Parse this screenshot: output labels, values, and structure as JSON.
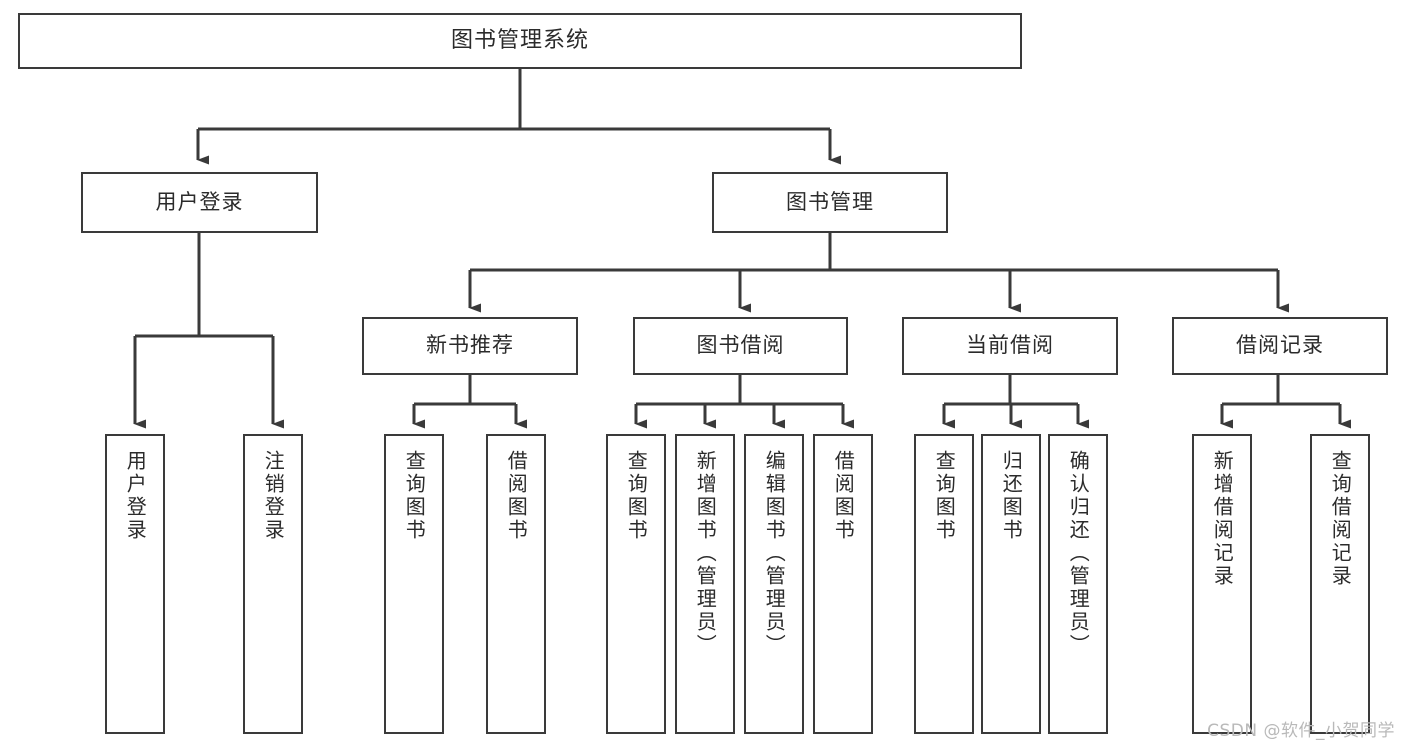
{
  "diagram": {
    "type": "hierarchy-tree",
    "title": "图书管理系统",
    "watermark": "CSDN @软件_小贺同学",
    "colors": {
      "background": "#ffffff",
      "box_border": "#3a3a3a",
      "text": "#2b2b2b",
      "edge": "#3a3a3a",
      "watermark": "#b9b9b9"
    },
    "root": {
      "label": "图书管理系统"
    },
    "level2": [
      {
        "id": "user-login",
        "label": "用户登录"
      },
      {
        "id": "book-management",
        "label": "图书管理"
      }
    ],
    "level3": [
      {
        "id": "new-book-recommend",
        "label": "新书推荐",
        "parent": "book-management"
      },
      {
        "id": "book-borrow",
        "label": "图书借阅",
        "parent": "book-management"
      },
      {
        "id": "current-borrow",
        "label": "当前借阅",
        "parent": "book-management"
      },
      {
        "id": "borrow-record",
        "label": "借阅记录",
        "parent": "book-management"
      }
    ],
    "leaves": [
      {
        "id": "leaf-user-login",
        "label": "用户登录",
        "parent": "user-login"
      },
      {
        "id": "leaf-logout-login",
        "label": "注销登录",
        "parent": "user-login"
      },
      {
        "id": "leaf-query-book-1",
        "label": "查询图书",
        "parent": "new-book-recommend"
      },
      {
        "id": "leaf-borrow-book-1",
        "label": "借阅图书",
        "parent": "new-book-recommend"
      },
      {
        "id": "leaf-query-book-2",
        "label": "查询图书",
        "parent": "book-borrow"
      },
      {
        "id": "leaf-add-book",
        "label": "新增图书（管理员）",
        "parent": "book-borrow"
      },
      {
        "id": "leaf-edit-book",
        "label": "编辑图书（管理员）",
        "parent": "book-borrow"
      },
      {
        "id": "leaf-borrow-book-2",
        "label": "借阅图书",
        "parent": "book-borrow"
      },
      {
        "id": "leaf-query-book-3",
        "label": "查询图书",
        "parent": "current-borrow"
      },
      {
        "id": "leaf-return-book",
        "label": "归还图书",
        "parent": "current-borrow"
      },
      {
        "id": "leaf-confirm-return",
        "label": "确认归还（管理员）",
        "parent": "current-borrow"
      },
      {
        "id": "leaf-add-record",
        "label": "新增借阅记录",
        "parent": "borrow-record"
      },
      {
        "id": "leaf-query-record",
        "label": "查询借阅记录",
        "parent": "borrow-record"
      }
    ]
  }
}
